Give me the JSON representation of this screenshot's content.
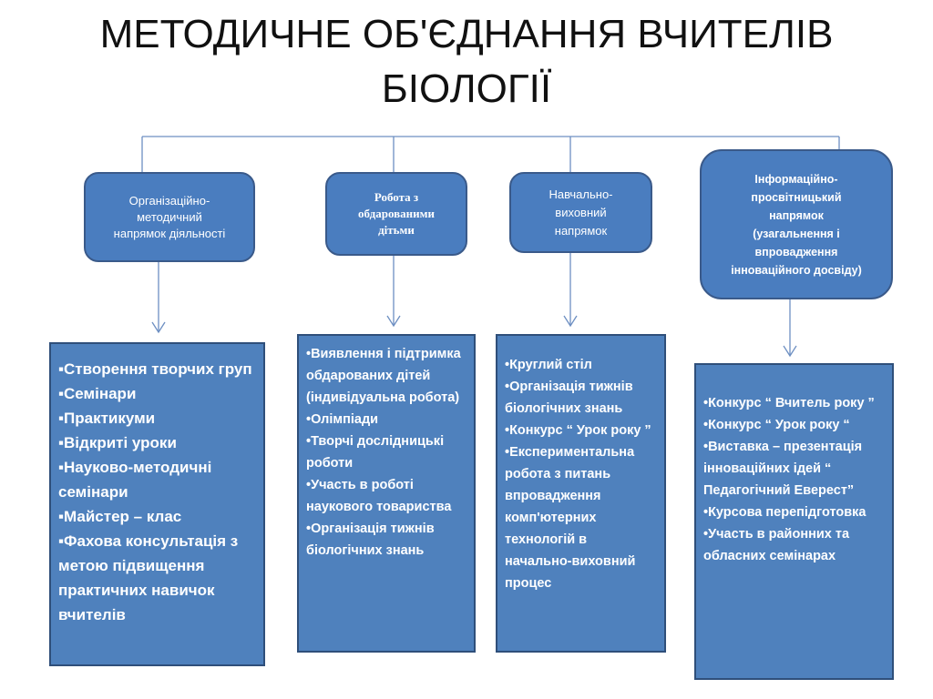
{
  "title": "МЕТОДИЧНЕ ОБ'ЄДНАННЯ ВЧИТЕЛІВ БІОЛОГІЇ",
  "directions": [
    {
      "label_lines": [
        "Організаційно-",
        "методичний",
        "напрямок діяльності"
      ],
      "items": [
        "▪Створення творчих груп",
        "▪Семінари",
        "▪Практикуми",
        "▪Відкриті уроки",
        "▪Науково-методичні семінари",
        "▪Майстер – клас",
        "▪Фахова консультація з метою підвищення практичних навичок вчителів"
      ]
    },
    {
      "label_lines": [
        "Робота з",
        "обдарованими",
        "дітьми"
      ],
      "items": [
        "•Виявлення і підтримка обдарованих дітей (індивідуальна робота)",
        "•Олімпіади",
        "•Творчі дослідницькі роботи",
        "•Участь в роботі наукового товариства",
        "•Організація тижнів біологічних знань"
      ]
    },
    {
      "label_lines": [
        "Навчально-",
        "виховний",
        "напрямок"
      ],
      "items": [
        "•Круглий стіл",
        "•Організація тижнів біологічних знань",
        "•Конкурс “ Урок року ”",
        "•Експериментальна робота з питань впровадження комп'ютерних технологій в начально-виховний процес"
      ]
    },
    {
      "label_lines": [
        "Інформаційно-",
        "просвітницький",
        "напрямок",
        "(узагальнення  і",
        "впровадження",
        "інноваційного досвіду)"
      ],
      "items": [
        "•Конкурс “ Вчитель року ”",
        "•Конкурс “ Урок року “",
        "•Виставка – презентація інноваційних ідей “ Педагогічний Еверест”",
        "•Курсова перепідготовка",
        "•Участь в районних та обласних семінарах"
      ]
    }
  ]
}
